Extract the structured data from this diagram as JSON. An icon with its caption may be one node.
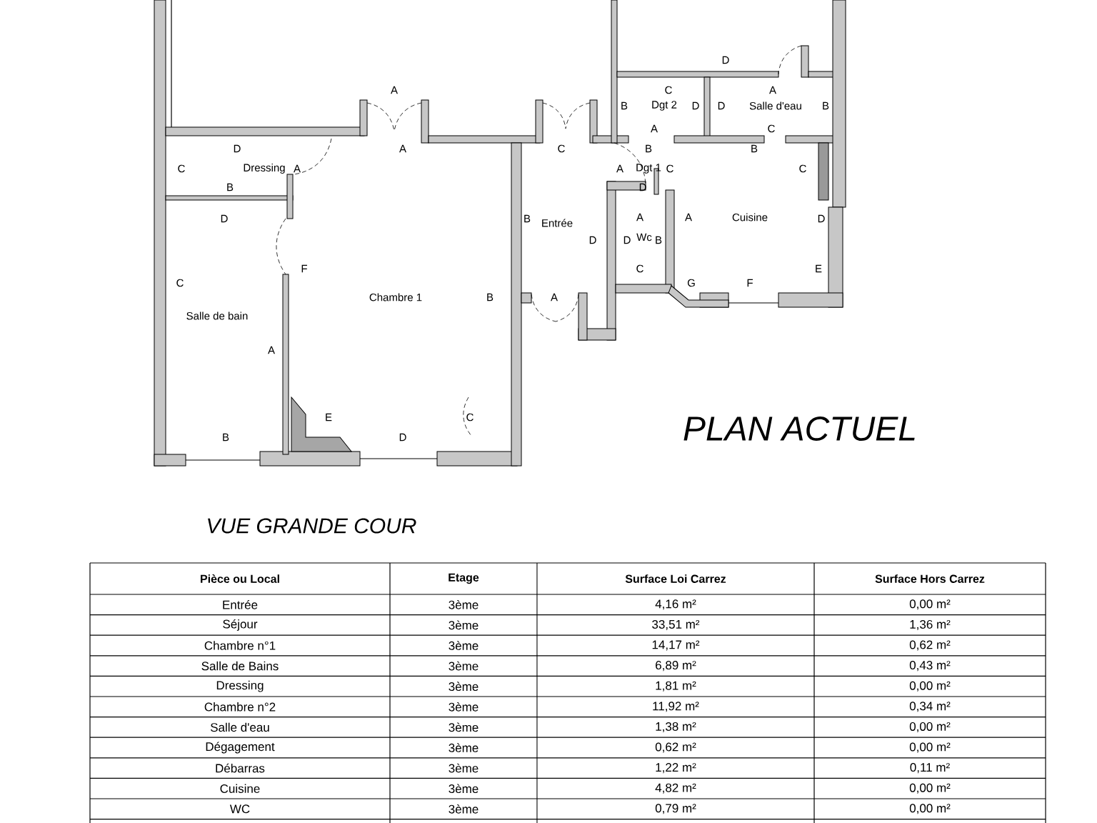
{
  "diagram": {
    "title": "PLAN ACTUEL",
    "labels": [
      "D",
      "A",
      "C",
      "A",
      "B",
      "Dgt 2",
      "D",
      "D",
      "Salle d'eau",
      "B",
      "A",
      "C",
      "D",
      "A",
      "C",
      "B",
      "B",
      "C",
      "Dressing",
      "A",
      "A",
      "Dgt 1",
      "C",
      "C",
      "B",
      "D",
      "D",
      "B",
      "Entrée",
      "A",
      "A",
      "Cuisine",
      "D",
      "D",
      "D",
      "Wc",
      "B",
      "F",
      "C",
      "E",
      "C",
      "G",
      "F",
      "Chambre 1",
      "B",
      "A",
      "Salle de bain",
      "A",
      "E",
      "C",
      "B",
      "D",
      "VUE GRANDE COUR",
      "Pièce ou Local",
      "Etage",
      "Surface Loi Carrez",
      "Surface Hors Carrez",
      "Entrée",
      "3ème",
      "4,16 m²",
      "0,00 m²",
      "Séjour",
      "3ème",
      "33,51 m²",
      "1,36 m²",
      "Chambre n°1",
      "3ème",
      "14,17 m²",
      "0,62 m²",
      "Salle de Bains",
      "3ème",
      "6,89 m²",
      "0,43 m²",
      "Dressing",
      "3ème",
      "1,81 m²",
      "0,00 m²",
      "Chambre n°2",
      "3ème",
      "11,92 m²",
      "0,34 m²",
      "Salle d'eau",
      "3ème",
      "1,38 m²",
      "0,00 m²",
      "Dégagement",
      "3ème",
      "0,62 m²",
      "0,00 m²",
      "Débarras",
      "3ème",
      "1,22 m²",
      "0,11 m²",
      "Cuisine",
      "3ème",
      "4,82 m²",
      "0,00 m²",
      "WC",
      "3ème",
      "0,79 m²",
      "0,00 m²"
    ]
  }
}
